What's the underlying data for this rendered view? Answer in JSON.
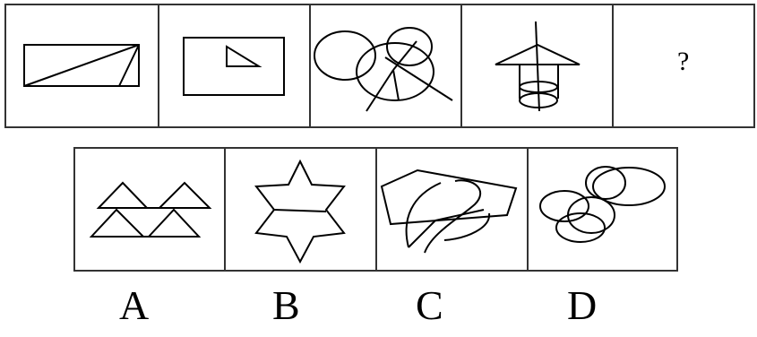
{
  "question_row": {
    "panel_count": 5,
    "missing_marker": "?"
  },
  "answer_row": {
    "options": [
      {
        "label": "A",
        "figure": "four-triangles-zigzag"
      },
      {
        "label": "B",
        "figure": "six-pointed-star-with-line"
      },
      {
        "label": "C",
        "figure": "pentagon-with-curve-and-lines"
      },
      {
        "label": "D",
        "figure": "overlapping-ellipses"
      }
    ]
  },
  "colors": {
    "stroke": "#000000",
    "frame": "#333333",
    "watermark": "#e05050"
  }
}
